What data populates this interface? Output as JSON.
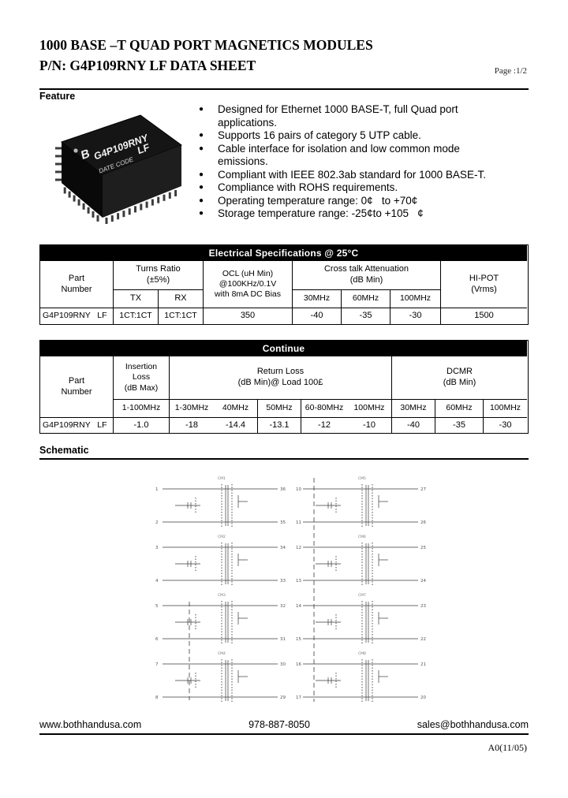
{
  "header": {
    "title_line1": "1000 BASE –T QUAD PORT MAGNETICS MODULES",
    "title_line2": "P/N: G4P109RNY LF DATA SHEET",
    "page_label": "Page :1/2"
  },
  "feature": {
    "heading": "Feature",
    "bullet_glyph": "●",
    "bullets": [
      "Designed for Ethernet 1000 BASE-T, full Quad port applications.",
      "Supports 16 pairs of category 5 UTP cable.",
      "Cable interface for isolation and low common mode emissions.",
      "Compliant with IEEE 802.3ab standard for 1000 BASE-T.",
      "Compliance with ROHS requirements.",
      "Operating temperature range: 0¢   to +70¢",
      "Storage temperature range: -25¢to +105   ¢"
    ]
  },
  "product": {
    "logo": "B",
    "part_line1": "G4P109RNY",
    "part_line2": "LF",
    "date_code": "DATE CODE"
  },
  "spec_table": {
    "title": "Electrical Specifications @ 25°C",
    "part_l1": "Part",
    "part_l2": "Number",
    "turns_l1": "Turns Ratio",
    "turns_l2": "(±5%)",
    "tx": "TX",
    "rx": "RX",
    "ocl_l1": "OCL (uH Min)",
    "ocl_l2": "@100KHz/0.1V",
    "ocl_l3": "with 8mA DC Bias",
    "ct_l1": "Cross talk Attenuation",
    "ct_l2": "(dB Min)",
    "ct_cols": [
      "30MHz",
      "60MHz",
      "100MHz"
    ],
    "hipot_l1": "HI-POT",
    "hipot_l2": "(Vrms)",
    "row": {
      "part": "G4P109RNY   LF",
      "tx": "1CT:1CT",
      "rx": "1CT:1CT",
      "ocl": "350",
      "ct": [
        "-40",
        "-35",
        "-30"
      ],
      "hipot": "1500"
    }
  },
  "continue_table": {
    "title": "Continue",
    "part_l1": "Part",
    "part_l2": "Number",
    "il_l1": "Insertion",
    "il_l2": "Loss",
    "il_l3": "(dB Max)",
    "il_sub": "1-100MHz",
    "rl_l1": "Return Loss",
    "rl_l2": "(dB Min)@ Load 100£",
    "rl_subs": [
      "1-30MHz",
      "40MHz",
      "50MHz",
      "60-80MHz",
      "100MHz"
    ],
    "dcmr_l1": "DCMR",
    "dcmr_l2": "(dB Min)",
    "dcmr_subs": [
      "30MHz",
      "60MHz",
      "100MHz"
    ],
    "row": {
      "part": "G4P109RNY   LF",
      "il": "-1.0",
      "rl": [
        "-18",
        "-14.4",
        "-13.1",
        "-12",
        "-10"
      ],
      "dcmr": [
        "-40",
        "-35",
        "-30"
      ]
    }
  },
  "schematic": {
    "heading": "Schematic",
    "ref_label": "CM",
    "columns": [
      {
        "left_pins": [
          "1",
          "2",
          "3",
          "4",
          "5",
          "6",
          "7",
          "8"
        ],
        "right_pins": [
          "36",
          "35",
          "34",
          "33",
          "32",
          "31",
          "30",
          "29"
        ]
      },
      {
        "left_pins": [
          "10",
          "11",
          "12",
          "13",
          "14",
          "15",
          "16",
          "17"
        ],
        "right_pins": [
          "27",
          "26",
          "25",
          "24",
          "23",
          "22",
          "21",
          "20"
        ]
      }
    ]
  },
  "footer": {
    "website": "www.bothhandusa.com",
    "phone": "978-887-8050",
    "email": "sales@bothhandusa.com",
    "revision": "A0(11/05)"
  }
}
